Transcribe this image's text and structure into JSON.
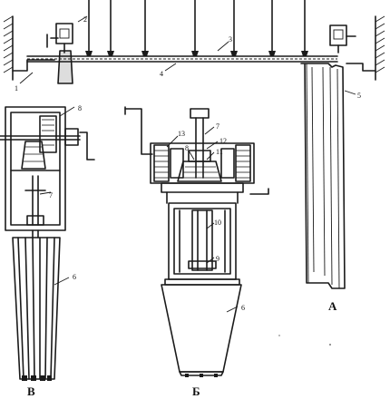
{
  "labels": {
    "n1": "1",
    "n2": "2",
    "n3": "3",
    "n4": "4",
    "n5": "5",
    "n6a": "6",
    "n6b": "6",
    "n7a": "7",
    "n7b": "7",
    "n8a": "8",
    "n8b": "8",
    "n9": "9",
    "n10": "10",
    "n11": "11",
    "n12": "12",
    "n13": "13"
  },
  "view_letters": {
    "a": "А",
    "b": "Б",
    "v": "В"
  }
}
